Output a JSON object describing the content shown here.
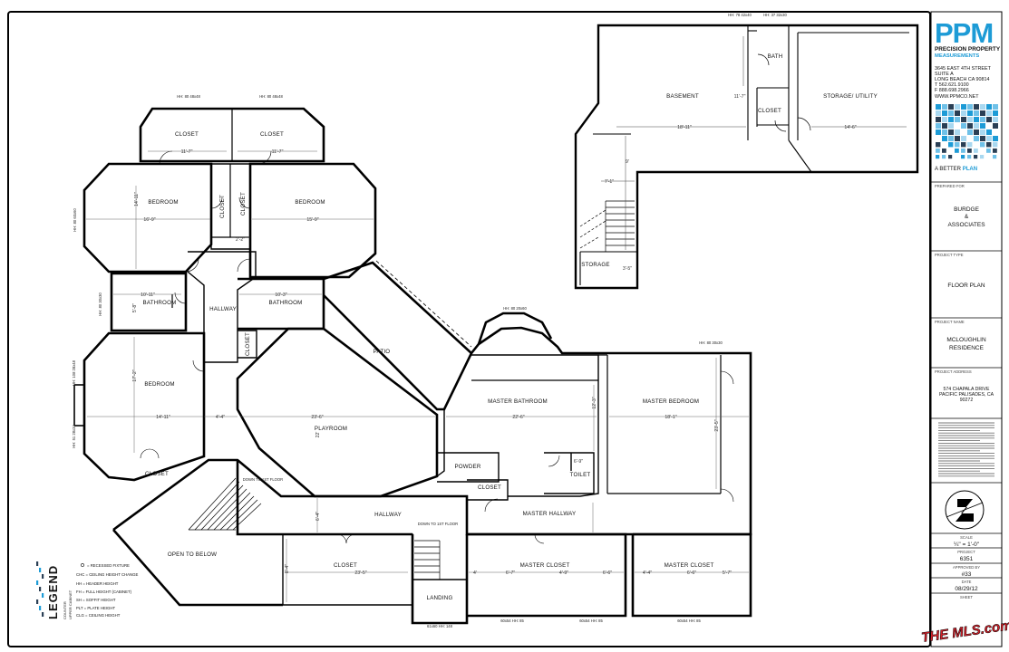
{
  "title_block": {
    "logo_text": "PPM",
    "company_line1": "PRECISION PROPERTY",
    "company_line2": "MEASUREMENTS",
    "address": [
      "3645 EAST 4TH STREET",
      "SUITE A",
      "LONG BEACH  CA  90814",
      "T  562.621.9100",
      "F  888.698.2966",
      "WWW.PPMCO.NET"
    ],
    "tagline_a": "A BETTER",
    "tagline_b": "PLAN",
    "prepared_for_label": "PREPARED FOR",
    "prepared_for": [
      "BURDGE",
      "&",
      "ASSOCIATES"
    ],
    "project_type_label": "PROJECT TYPE",
    "project_type": "FLOOR PLAN",
    "project_name_label": "PROJECT NAME",
    "project_name": [
      "MCLOUGHLIN",
      "RESIDENCE"
    ],
    "project_address_label": "PROJECT ADDRESS",
    "project_address": [
      "574 CHAPALA DRIVE",
      "PACIFIC PALISADES, CA",
      "90272"
    ],
    "scale_label": "SCALE",
    "scale": "¼\" = 1'-0\"",
    "project_no_label": "PROJECT",
    "project_no": "6351",
    "approved_label": "APPROVED BY",
    "approved": "#33",
    "date_label": "DATE",
    "date": "08/29/12",
    "sheet_label": "SHEET",
    "mls_logo": "THE MLS.com"
  },
  "legend": {
    "title": "LEGEND",
    "items": [
      "= RECESSED FIXTURE",
      "CHC  = CEILING HEIGHT CHANGE",
      "HH  = HEADER HEIGHT",
      "FH  = FULL HEIGHT (CABINET)",
      "SH  = SOFFIT HEIGHT",
      "PLT  = PLATE HEIGHT",
      "CLG  = CEILING HEIGHT"
    ]
  },
  "rooms": {
    "closet_tl": "CLOSET",
    "closet_tr": "CLOSET",
    "bedroom_l": "BEDROOM",
    "bedroom_r": "BEDROOM",
    "closet_v1": "CLOSET",
    "closet_v2": "CLOSET",
    "bathroom_l": "BATHROOM",
    "hallway_top": "HALLWAY",
    "bathroom_r": "BATHROOM",
    "closet_small": "CLOSET",
    "bedroom_lower": "BEDROOM",
    "patio": "PATIO",
    "playroom": "PLAYROOM",
    "closet_ll": "CLOSET",
    "down_stairs": "DOWN TO 1ST FLOOR",
    "hallway_bottom": "HALLWAY",
    "open_below": "OPEN TO BELOW",
    "closet_bottom": "CLOSET",
    "down_stairs2": "DOWN TO 1ST FLOOR",
    "landing": "LANDING",
    "master_bath": "MASTER BATHROOM",
    "powder": "POWDER",
    "closet_master": "CLOSET",
    "toilet": "TOILET",
    "master_hall": "MASTER HALLWAY",
    "master_bed": "MASTER BEDROOM",
    "master_closet1": "MASTER CLOSET",
    "master_closet2": "MASTER CLOSET",
    "basement": "BASEMENT",
    "bath_b": "BATH",
    "storage_utility": "STORAGE/ UTILITY",
    "closet_b": "CLOSET",
    "storage_b": "STORAGE"
  },
  "dims": {
    "d_11a": "11'-7\"",
    "d_11b": "11'-7\"",
    "d_14_11": "14'-11\"",
    "d_16_9": "16'-9\"",
    "d_15_9": "15'-9\"",
    "d_2_2": "2'-2\"",
    "d_10_11": "10'-11\"",
    "d_10_3": "10'-3\"",
    "d_5_8": "5'-8\"",
    "d_17_2": "17'-2\"",
    "d_14_11b": "14'-11\"",
    "d_4_4": "4'-4\"",
    "d_23_6": "23'-6\"",
    "d_22": "22'",
    "d_22_6": "22'-6\"",
    "d_18_1": "18'-1\"",
    "d_12_3": "12'-3\"",
    "d_23_5": "23'-5\"",
    "d_6_9": "6'-9\"",
    "d_6_4": "6'-4\"",
    "d_8_4": "8'-4\"",
    "d_23_5b": "23'-5\"",
    "d_4": "4'",
    "d_6_7": "6'-7\"",
    "d_4_9": "4'-9\"",
    "d_6_6a": "6'-6\"",
    "d_4_4b": "4'-4\"",
    "d_6_6b": "6'-6\"",
    "d_5_7": "5'-7\"",
    "d_18_11": "18'-11\"",
    "d_14_6": "14'-6\"",
    "d_7_1": "7'-1\"",
    "d_9": "9'",
    "d_11_7v": "11'-7\"",
    "d_3_5": "3'-5\""
  },
  "window_notes": {
    "w1": "HH: 80 48x48",
    "w2": "HH: 80 48x48",
    "w3": "HH: 78 42x40",
    "w4": "HH: 37 32x30",
    "w5": "HH: 80 60x60",
    "w6": "HH: 80 30x30",
    "w7": "HH: 108 28x48",
    "w8": "HH: 51 28x34",
    "w9": "HH: 80 20x60",
    "w10": "HH: 80 30x30",
    "w11": "61x60 HH: 148",
    "w12": "60x54 HH: 85",
    "w13": "60x54 HH: 85",
    "w14": "60x54 HH: 85"
  }
}
